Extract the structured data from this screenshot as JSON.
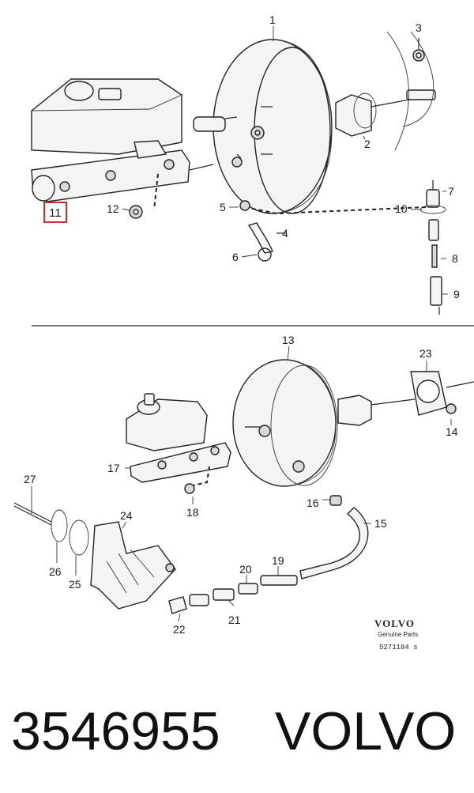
{
  "diagram": {
    "callouts": [
      "1",
      "2",
      "3",
      "4",
      "5",
      "6",
      "7",
      "8",
      "9",
      "10",
      "11",
      "12",
      "13",
      "14",
      "15",
      "16",
      "17",
      "18",
      "19",
      "20",
      "21",
      "22",
      "23",
      "24",
      "25",
      "26",
      "27"
    ],
    "highlighted_callout": "11",
    "highlight_color": "#d9242a",
    "logo": {
      "brand": "VOLVO",
      "subtitle": "Genuine Parts",
      "reference": "5271184 s"
    }
  },
  "caption": {
    "part_number": "3546955",
    "brand": "VOLVO"
  }
}
